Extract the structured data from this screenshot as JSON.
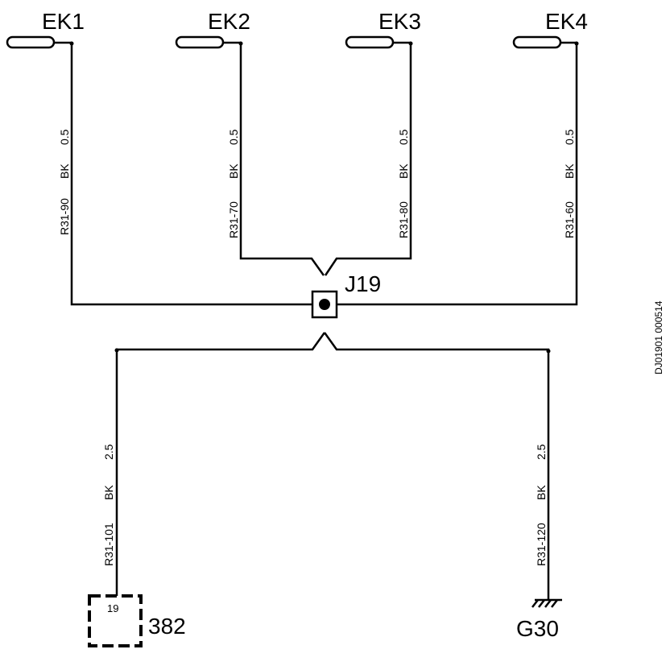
{
  "terminals": [
    {
      "label": "EK1",
      "wire": {
        "circuit": "R31-90",
        "color": "BK",
        "gauge": "0.5"
      }
    },
    {
      "label": "EK2",
      "wire": {
        "circuit": "R31-70",
        "color": "BK",
        "gauge": "0.5"
      }
    },
    {
      "label": "EK3",
      "wire": {
        "circuit": "R31-80",
        "color": "BK",
        "gauge": "0.5"
      }
    },
    {
      "label": "EK4",
      "wire": {
        "circuit": "R31-60",
        "color": "BK",
        "gauge": "0.5"
      }
    }
  ],
  "splice": {
    "label": "J19"
  },
  "connector": {
    "label": "382",
    "pin": "19",
    "wire": {
      "circuit": "R31-101",
      "color": "BK",
      "gauge": "2.5"
    }
  },
  "ground": {
    "label": "G30",
    "wire": {
      "circuit": "R31-120",
      "color": "BK",
      "gauge": "2.5"
    }
  },
  "document_id": "DJ01901 000514"
}
